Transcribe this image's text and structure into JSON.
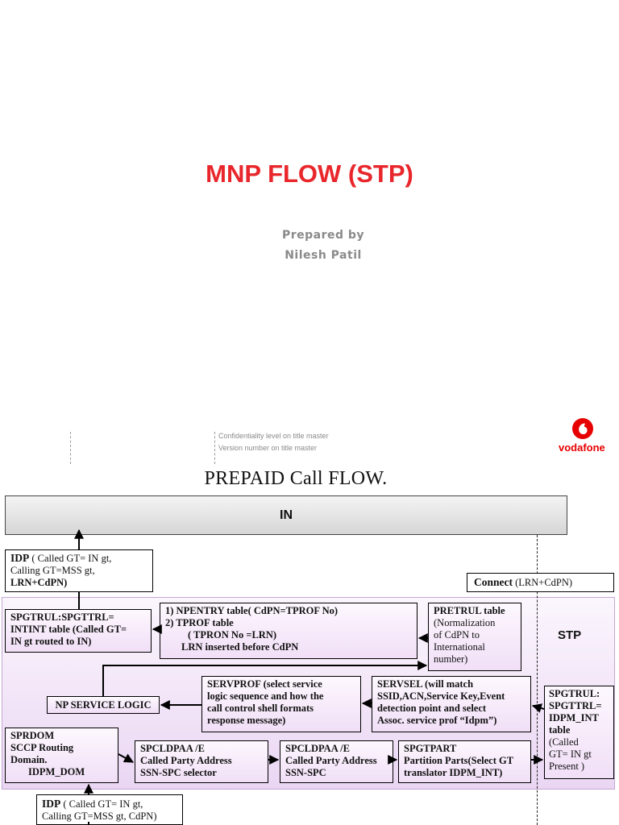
{
  "cover": {
    "title": "MNP FLOW (STP)",
    "prepared_by": "Prepared by",
    "author": "Nilesh Patil"
  },
  "footer": {
    "confidentiality": "Confidentiality level on title master",
    "version": "Version number on title master",
    "logo_text": "vodafone"
  },
  "diagram": {
    "title": "PREPAID Call FLOW.",
    "in_label": "IN",
    "stp_label": "STP",
    "idp_top": {
      "head": "IDP",
      "line1": " ( Called  GT= IN  gt,",
      "line2": "Calling GT=MSS gt,",
      "line3": "LRN+CdPN)"
    },
    "connect": {
      "head": "Connect",
      "rest": "  (LRN+CdPN)"
    },
    "spgtrul_intint": {
      "line1": "SPGTRUL:SPGTTRL=",
      "line2": "INTINT table  (Called  GT=",
      "line3": "IN  gt routed to IN)"
    },
    "npentry": {
      "line1": "1)      NPENTRY  table(  CdPN=TPROF No)",
      "line2": "2)      TPROF table",
      "line3": "( TPRON No =LRN)",
      "line4": "LRN inserted before CdPN"
    },
    "pretrul": {
      "head": "PRETRUL table",
      "line1": "(Normalization",
      "line2": "of CdPN to",
      "line3": "International",
      "line4": "number)"
    },
    "np_service_logic": "NP SERVICE LOGIC",
    "servprof": {
      "line1": "SERVPROF      (select service",
      "line2": "logic sequence and how the",
      "line3": "call control shell formats",
      "line4": "response message)"
    },
    "servsel": {
      "line1": "SERVSEL            (will match",
      "line2": "SSID,ACN,Service Key,Event",
      "line3": "detection point and select",
      "line4": "Assoc. service prof “Idpm”)"
    },
    "spgtrul_idpm": {
      "line1": "SPGTRUL:",
      "line2": "SPGTTRL=",
      "line3": "IDPM_INT",
      "line4": "table",
      "line5": "(Called",
      "line6": "GT= IN  gt",
      "line7": "Present )"
    },
    "sprdom": {
      "line1": "SPRDOM",
      "line2": "SCCP Routing",
      "line3": "Domain.",
      "line4": "IDPM_DOM"
    },
    "spcldpaa1": {
      "line1": "SPCLDPAA /E",
      "line2": "Called Party Address",
      "line3": "SSN-SPC  selector"
    },
    "spcldpaa2": {
      "line1": "SPCLDPAA /E",
      "line2": "Called Party Address",
      "line3": "SSN-SPC"
    },
    "spgtpart": {
      "line1": "SPGTPART",
      "line2": "Partition Parts(Select GT",
      "line3": "translator IDPM_INT)"
    },
    "idp_bottom": {
      "head": "IDP",
      "line1": " ( Called  GT= IN  gt,",
      "line2": "Calling GT=MSS gt, CdPN)"
    }
  }
}
